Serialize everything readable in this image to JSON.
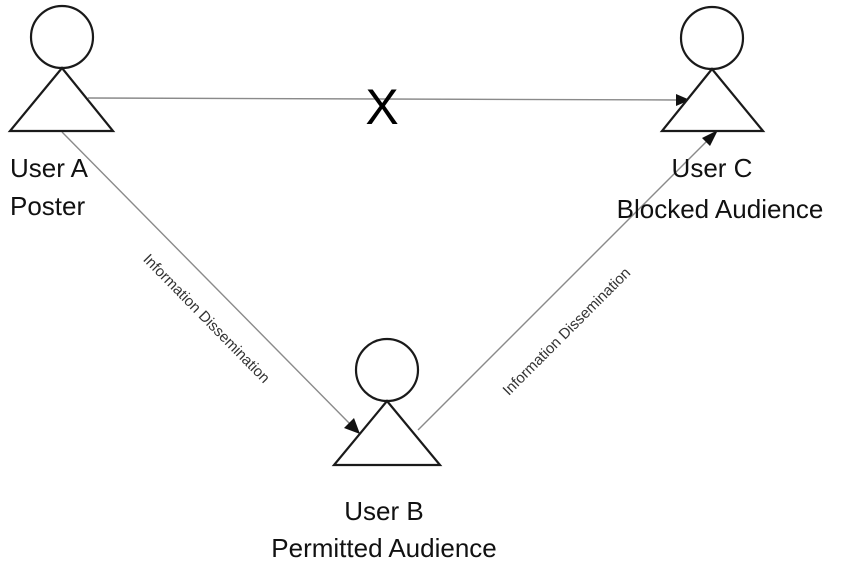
{
  "actors": {
    "user_a": {
      "name": "User A",
      "role": "Poster"
    },
    "user_b": {
      "name": "User B",
      "role": "Permitted Audience"
    },
    "user_c": {
      "name": "User C",
      "role": "Blocked Audience"
    }
  },
  "edges": {
    "a_to_b": {
      "label": "Information Dissemination"
    },
    "b_to_c": {
      "label": "Information Dissemination"
    },
    "a_to_c": {
      "mark": "X"
    }
  }
}
